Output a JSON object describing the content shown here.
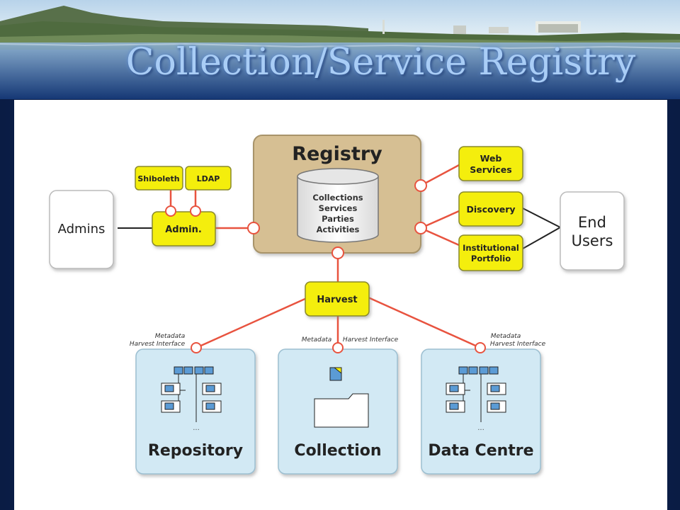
{
  "slide": {
    "title": "Collection/Service Registry"
  },
  "diagram": {
    "registry": {
      "title": "Registry",
      "db_lines": [
        "Collections",
        "Services",
        "Parties",
        "Activities"
      ]
    },
    "auth": {
      "shiboleth": "Shiboleth",
      "ldap": "LDAP"
    },
    "admin": {
      "label": "Admin."
    },
    "admins": {
      "label": "Admins"
    },
    "services": {
      "web_line1": "Web",
      "web_line2": "Services",
      "discovery": "Discovery",
      "portfolio_line1": "Institutional",
      "portfolio_line2": "Portfolio"
    },
    "end_users": {
      "line1": "End",
      "line2": "Users"
    },
    "harvest": {
      "label": "Harvest"
    },
    "interfaces": {
      "meta": "Metadata",
      "harvest_interface": "Harvest Interface"
    },
    "sources": {
      "repository": "Repository",
      "collection": "Collection",
      "data_centre": "Data Centre",
      "ellipsis": "..."
    }
  },
  "colors": {
    "connector": "#e8533f",
    "yellow_box": "#f4ee0c",
    "registry_box": "#d6bf93",
    "source_box": "#d2e9f4"
  }
}
